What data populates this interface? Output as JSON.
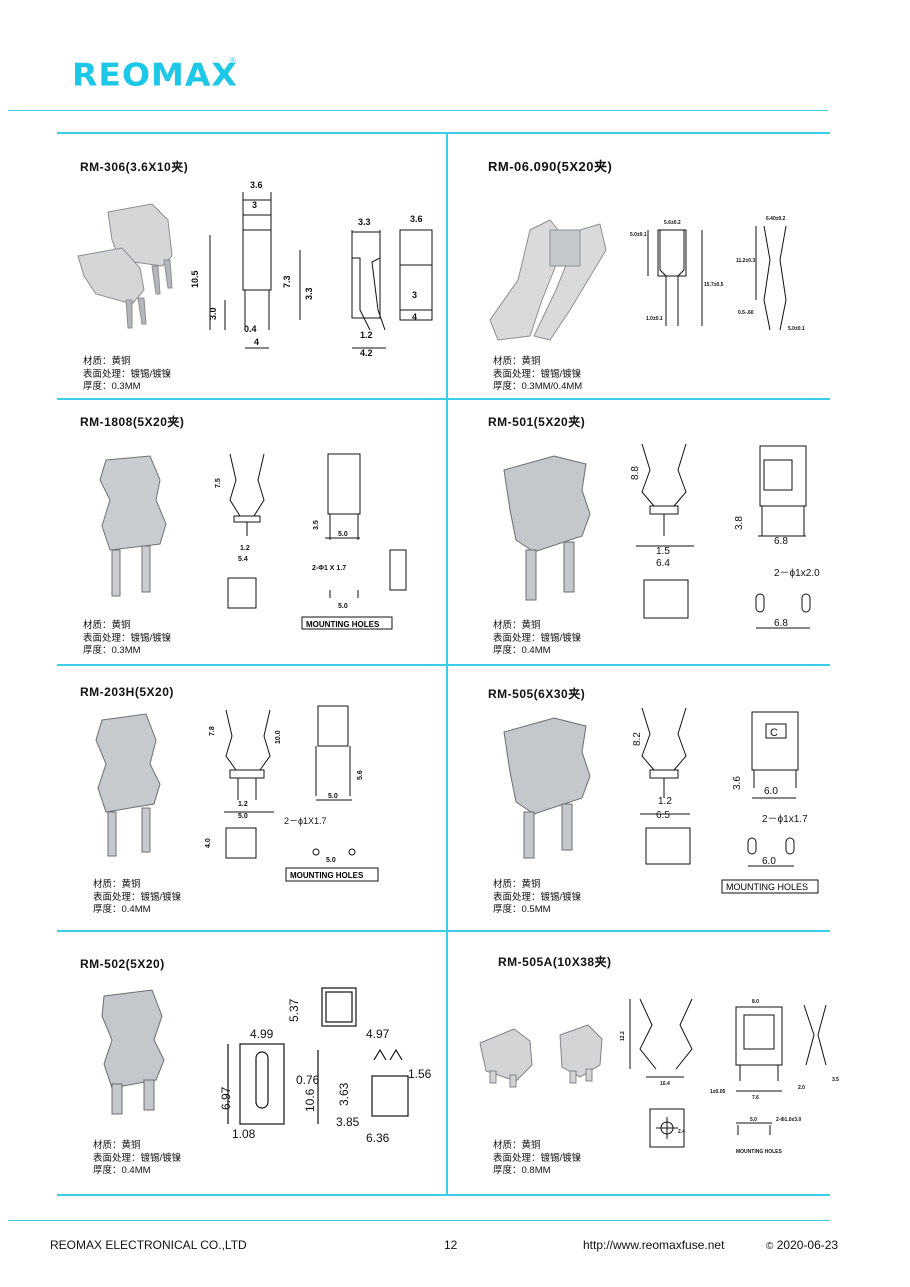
{
  "brand": {
    "name": "REOMAX",
    "mark": "®"
  },
  "footer": {
    "company": "REOMAX  ELECTRONICAL CO.,LTD",
    "page": "12",
    "url": "http://www.reomaxfuse.net",
    "date": "2020-06-23",
    "date_prefix": "©"
  },
  "colors": {
    "accent": "#1dc8e6",
    "rule": "#3ccde8"
  },
  "products": [
    {
      "title": "RM-306(3.6X10夹)",
      "spec_lines": [
        "材质：黄铜",
        "表面处理：镀锡/镀镍",
        "厚度：0.3MM"
      ],
      "dims": [
        "3.6",
        "3",
        "10.5",
        "3.0",
        "0.4",
        "4",
        "7.3",
        "3.3",
        "3.3",
        "1.2",
        "4.2",
        "3.6",
        "3",
        "4"
      ]
    },
    {
      "title": "RM-06.090(5X20夹)",
      "spec_lines": [
        "材质：黄铜",
        "表面处理：镀锡/镀镍",
        "厚度：0.3MM/0.4MM"
      ],
      "dims": [
        "5.0±0.1",
        "5.6±0.2",
        "15.7±0.5",
        "1.0±0.1",
        "6.40±0.2",
        "11.2±0.3",
        "0.5-.60",
        "5.0±0.1"
      ]
    },
    {
      "title": "RM-1808(5X20夹)",
      "spec_lines": [
        "材质：黄铜",
        "表面处理：镀锡/镀镍",
        "厚度：0.3MM"
      ],
      "dims": [
        "7.5",
        "1.2",
        "5.4",
        "3.5",
        "5.0",
        "2-Φ1 X 1.7",
        "5.0"
      ],
      "label": "MOUNTING HOLES"
    },
    {
      "title": "RM-501(5X20夹)",
      "spec_lines": [
        "材质：黄铜",
        "表面处理：镀锡/镀镍",
        "厚度：0.4MM"
      ],
      "dims": [
        "8.8",
        "1.5",
        "6.4",
        "3.8",
        "6.8",
        "2－ϕ1x2.0",
        "6.8"
      ]
    },
    {
      "title": "RM-203H(5X20)",
      "spec_lines": [
        "材质：黄铜",
        "表面处理：镀锡/镀镍",
        "厚度：0.4MM"
      ],
      "dims": [
        "7.8",
        "10.0",
        "1.2",
        "5.0",
        "5.6",
        "5.0",
        "4.0",
        "2－ϕ1X1.7",
        "5.0"
      ],
      "label": "MOUNTING HOLES"
    },
    {
      "title": "RM-505(6X30夹)",
      "spec_lines": [
        "材质：黄铜",
        "表面处理：镀锡/镀镍",
        "厚度：0.5MM"
      ],
      "dims": [
        "8.2",
        "1.2",
        "6.5",
        "C",
        "3.6",
        "6.0",
        "2－ϕ1x1.7",
        "6.0"
      ],
      "label": "MOUNTING HOLES"
    },
    {
      "title": "RM-502(5X20)",
      "spec_lines": [
        "材质：黄铜",
        "表面处理：镀锡/镀镍",
        "厚度：0.4MM"
      ],
      "dims": [
        "5.37",
        "4.99",
        "4.97",
        "6.97",
        "0.76",
        "10.6",
        "3.63",
        "1.56",
        "3.85",
        "1.08",
        "6.36"
      ]
    },
    {
      "title": "RM-505A(10X38夹)",
      "spec_lines": [
        "材质：黄铜",
        "表面处理：镀锡/镀镍",
        "厚度：0.8MM"
      ],
      "dims": [
        "12.2",
        "10.4",
        "8.0",
        "1±0.05",
        "7.6",
        "2.0",
        "3.5",
        "2.4",
        "5.0",
        "2-Φ1.0x3.0"
      ],
      "label": "MOUNTING HOLES"
    }
  ]
}
